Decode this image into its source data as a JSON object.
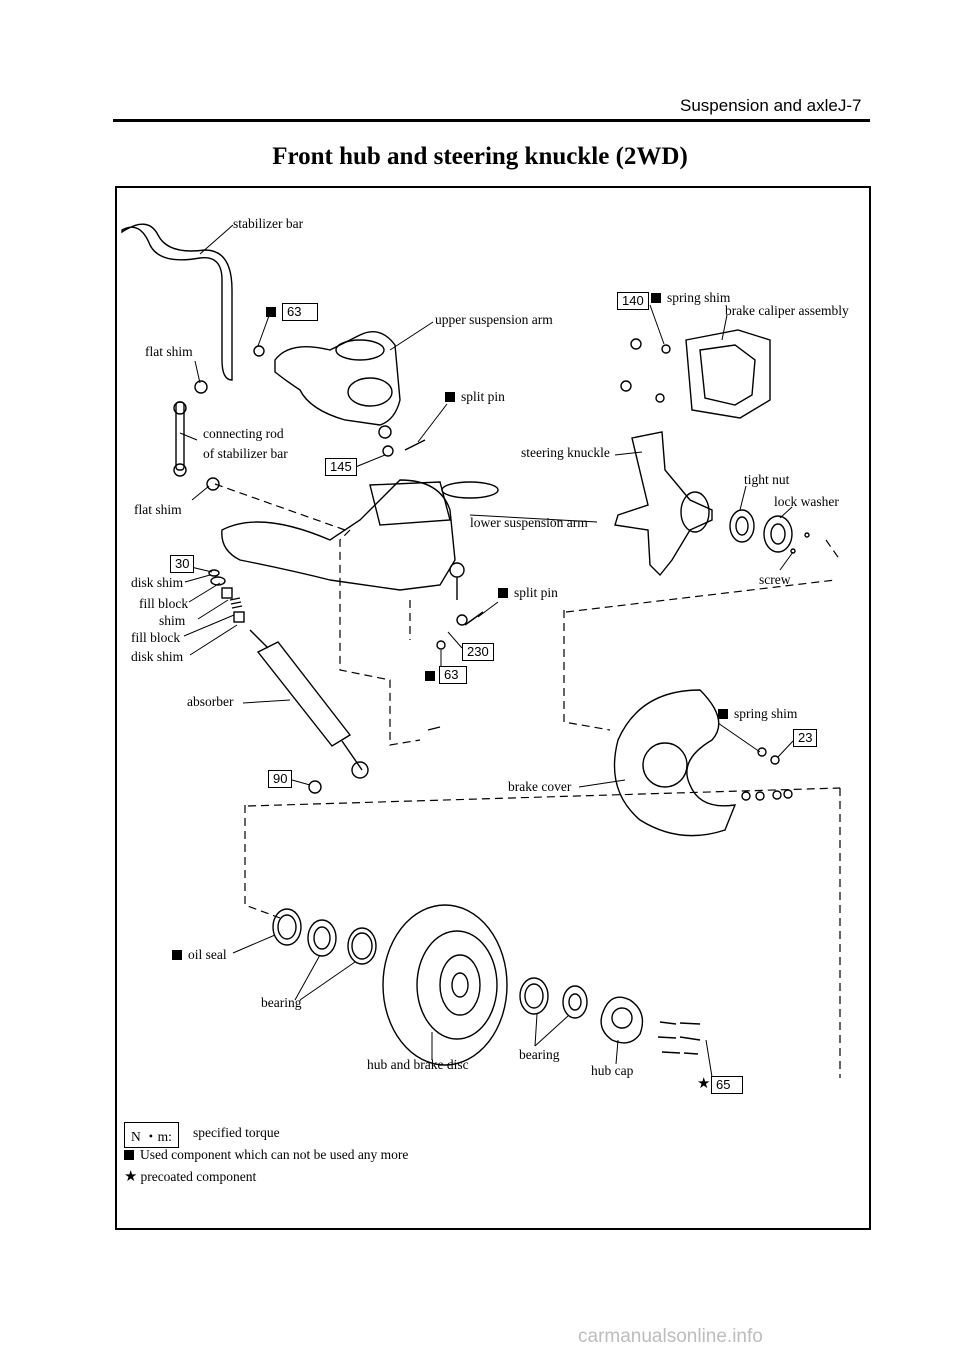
{
  "header": {
    "section": "Suspension and axleJ-7"
  },
  "title": "Front hub and steering knuckle (2WD)",
  "labels": {
    "stabilizer_bar": "stabilizer bar",
    "flat_shim_1": "flat shim",
    "upper_suspension_arm": "upper suspension arm",
    "split_pin_1": "split pin",
    "connecting_rod_1": "connecting rod",
    "connecting_rod_2": "of stabilizer bar",
    "flat_shim_2": "flat shim",
    "spring_shim_1": "spring shim",
    "brake_caliper_assembly": "brake caliper assembly",
    "steering_knuckle": "steering knuckle",
    "tight_nut": "tight nut",
    "lock_washer": "lock washer",
    "lower_suspension_arm": "lower suspension arm",
    "screw": "screw",
    "disk_shim_1": "disk shim",
    "fill_block_1": "fill block",
    "shim": "shim",
    "fill_block_2": "fill block",
    "disk_shim_2": "disk shim",
    "split_pin_2": "split pin",
    "absorber": "absorber",
    "spring_shim_2": "spring shim",
    "brake_cover": "brake cover",
    "oil_seal": "oil seal",
    "bearing_1": "bearing",
    "hub_and_brake_disc": "hub and brake disc",
    "bearing_2": "bearing",
    "hub_cap": "hub cap"
  },
  "torques": {
    "t63_top": "63",
    "t140": "140",
    "t145": "145",
    "t30": "30",
    "t230": "230",
    "t63_mid": "63",
    "t23": "23",
    "t90": "90",
    "t65": "65"
  },
  "legend": {
    "unit": "N ・m:",
    "unit_desc": "specified torque",
    "square_desc": "Used component which can not be used any more",
    "star_desc": "precoated component"
  },
  "watermark": "carmanualsonline.info"
}
